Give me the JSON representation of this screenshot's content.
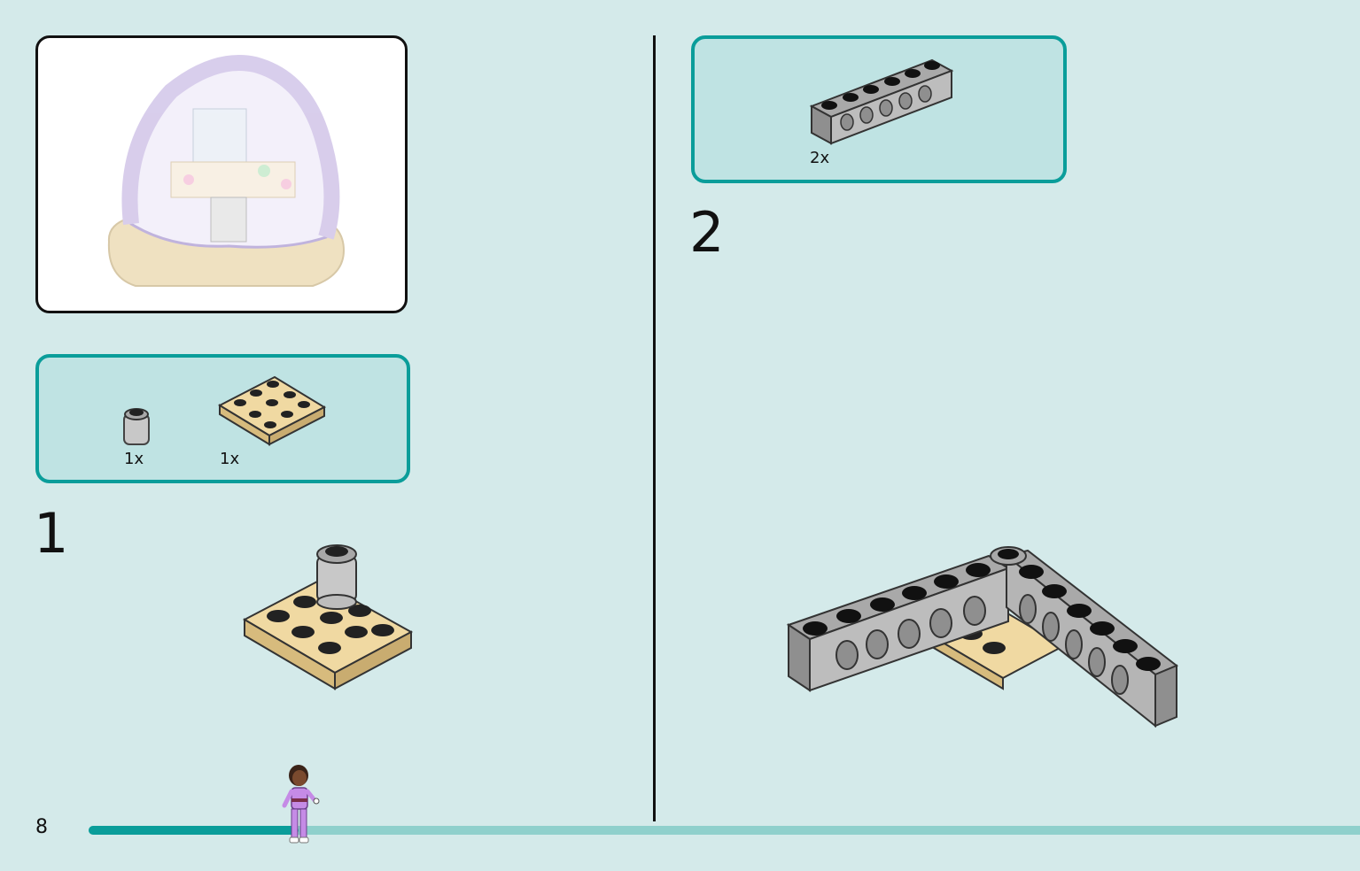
{
  "page": {
    "number": "8"
  },
  "steps": [
    {
      "number": "1",
      "parts": [
        {
          "name": "round-brick-1x1-grey-icon",
          "qty": "1x"
        },
        {
          "name": "plate-3x3-tan-icon",
          "qty": "1x"
        }
      ]
    },
    {
      "number": "2",
      "parts": [
        {
          "name": "technic-brick-1x6-grey-icon",
          "qty": "2x"
        }
      ]
    }
  ],
  "progress": {
    "fraction": 0.165
  },
  "colors": {
    "background": "#d4eaea",
    "accent": "#0a9d9a",
    "track": "#8fd0cc",
    "tan": "#e2c98f",
    "grey": "#bdbdbd",
    "dome": "#b9a6dc"
  }
}
